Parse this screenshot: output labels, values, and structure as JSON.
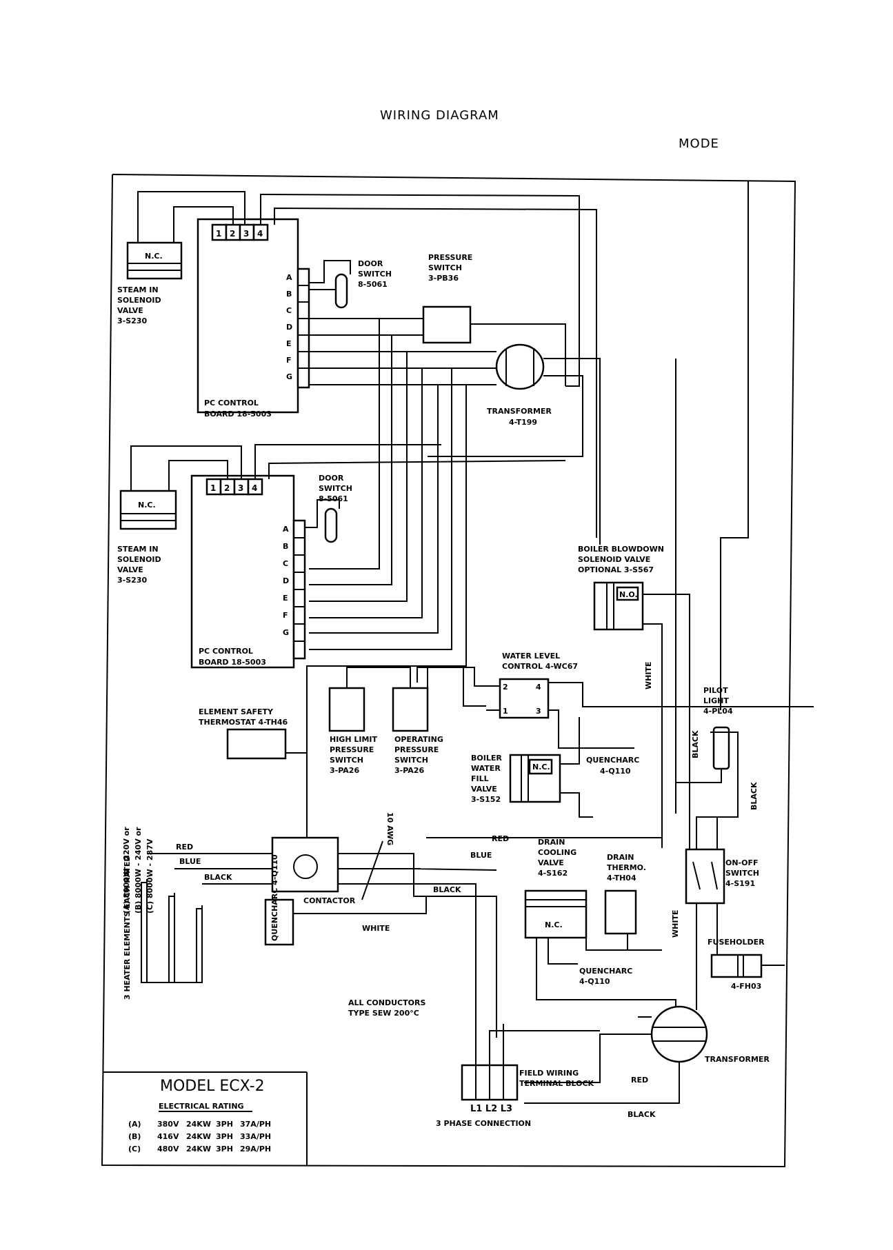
{
  "header": {
    "title": "WIRING DIAGRAM",
    "model_label": "MODE"
  },
  "board1": {
    "pins": [
      "1",
      "2",
      "3",
      "4"
    ],
    "letters": [
      "A",
      "B",
      "C",
      "D",
      "E",
      "F",
      "G"
    ],
    "label": [
      "PC CONTROL",
      "BOARD 18-5003"
    ]
  },
  "board2": {
    "pins": [
      "1",
      "2",
      "3",
      "4"
    ],
    "letters": [
      "A",
      "B",
      "C",
      "D",
      "E",
      "F",
      "G"
    ],
    "label": [
      "PC CONTROL",
      "BOARD 18-5003"
    ]
  },
  "nc": "N.C.",
  "no": "N.O.",
  "steam_valve": [
    "STEAM IN",
    "SOLENOID",
    "VALVE",
    "3-S230"
  ],
  "door_switch": [
    "DOOR",
    "SWITCH",
    "8-5061"
  ],
  "pressure_switch": [
    "PRESSURE",
    "SWITCH",
    "3-PB36"
  ],
  "transformer_top": [
    "TRANSFORMER",
    "4-T199"
  ],
  "boiler_blowdown": [
    "BOILER BLOWDOWN",
    "SOLENOID VALVE",
    "OPTIONAL 3-S567"
  ],
  "water_level": {
    "label": [
      "WATER LEVEL",
      "CONTROL 4-WC67"
    ],
    "terminals": [
      "2",
      "4",
      "1",
      "3"
    ]
  },
  "pilot_light": [
    "PILOT",
    "LIGHT",
    "4-PL04"
  ],
  "element_safety": [
    "ELEMENT SAFETY",
    "THERMOSTAT 4-TH46"
  ],
  "high_limit": [
    "HIGH LIMIT",
    "PRESSURE",
    "SWITCH",
    "3-PA26"
  ],
  "operating": [
    "OPERATING",
    "PRESSURE",
    "SWITCH",
    "3-PA26"
  ],
  "boiler_fill": [
    "BOILER",
    "WATER",
    "FILL",
    "VALVE",
    "3-S152"
  ],
  "quencharc_label": [
    "QUENCHARC",
    "4-Q110"
  ],
  "quencharc_vertical": "QUENCHARC 4-Q110",
  "ratings_vertical": [
    "(A) 8000W - 220V or",
    "(B) 8000W - 240V or",
    "(C) 8000W - 287V"
  ],
  "heater_vertical": "3 HEATER ELEMENTS EACH RATED",
  "wire_colors": {
    "red": "RED",
    "blue": "BLUE",
    "black": "BLACK",
    "white": "WHITE"
  },
  "contactor": "CONTACTOR",
  "awg": "10 AWG",
  "drain_cooling": [
    "DRAIN",
    "COOLING",
    "VALVE",
    "4-S162"
  ],
  "drain_thermo": [
    "DRAIN",
    "THERMO.",
    "4-TH04"
  ],
  "on_off": [
    "ON-OFF",
    "SWITCH",
    "4-S191"
  ],
  "fuseholder": [
    "FUSEHOLDER",
    "4-FH03"
  ],
  "conductors": [
    "ALL CONDUCTORS",
    "TYPE SEW 200°C"
  ],
  "transformer_bottom": "TRANSFORMER",
  "field_wiring": [
    "FIELD WIRING",
    "TERMINAL BLOCK"
  ],
  "phase_terms": [
    "L1 L2 L3"
  ],
  "three_phase": "3 PHASE CONNECTION",
  "model_box": {
    "title": "MODEL ECX-2",
    "subtitle": "ELECTRICAL RATING",
    "rows": [
      [
        "(A)",
        "380V",
        "24KW",
        "3PH",
        "37A/PH"
      ],
      [
        "(B)",
        "416V",
        "24KW",
        "3PH",
        "33A/PH"
      ],
      [
        "(C)",
        "480V",
        "24KW",
        "3PH",
        "29A/PH"
      ]
    ]
  }
}
